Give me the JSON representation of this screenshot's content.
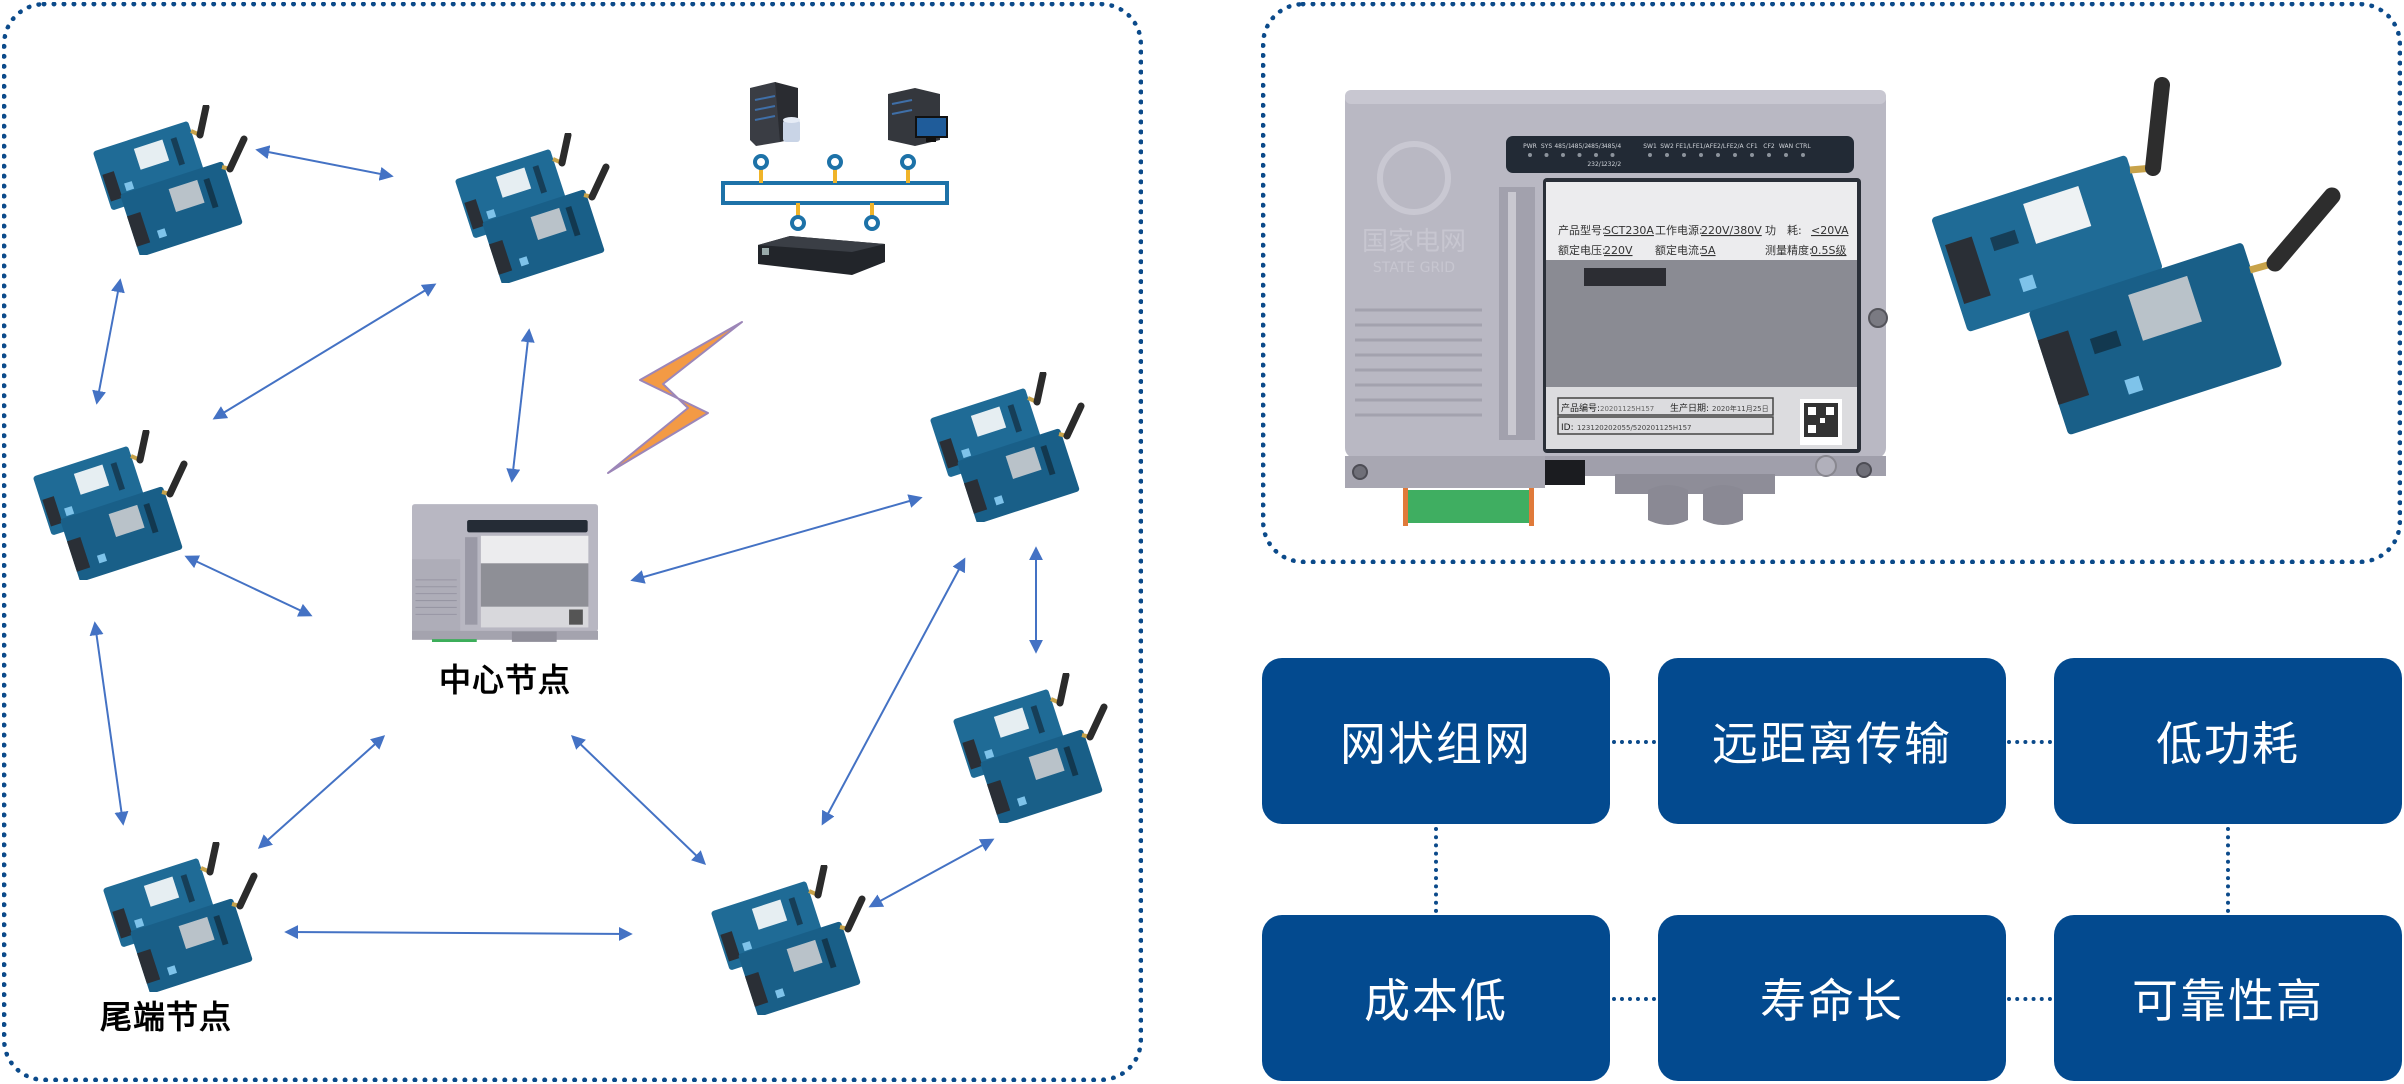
{
  "network": {
    "title": "Mesh network topology",
    "center_label": "中心节点",
    "tail_label": "尾端节点",
    "node_icon": "wireless-module-pair-icon",
    "server_icons": [
      "database-server-icon",
      "monitor-server-icon",
      "network-bus-icon",
      "gateway-box-icon"
    ],
    "link_icon": "lightning-link-icon",
    "nodes": [
      {
        "id": "node-top-left",
        "type": "wireless-module"
      },
      {
        "id": "node-top-middle",
        "type": "wireless-module"
      },
      {
        "id": "node-left-middle",
        "type": "wireless-module"
      },
      {
        "id": "node-center",
        "type": "concentrator",
        "label": "中心节点"
      },
      {
        "id": "node-right-top",
        "type": "wireless-module"
      },
      {
        "id": "node-right-middle",
        "type": "wireless-module"
      },
      {
        "id": "node-bottom-middle",
        "type": "wireless-module"
      },
      {
        "id": "node-bottom-left",
        "type": "wireless-module",
        "label": "尾端节点"
      }
    ],
    "links": [
      [
        "node-top-left",
        "node-top-middle"
      ],
      [
        "node-top-left",
        "node-left-middle"
      ],
      [
        "node-top-middle",
        "node-left-middle"
      ],
      [
        "node-top-middle",
        "node-center"
      ],
      [
        "node-left-middle",
        "node-center"
      ],
      [
        "node-left-middle",
        "node-bottom-left"
      ],
      [
        "node-right-top",
        "node-center"
      ],
      [
        "node-right-top",
        "node-right-middle"
      ],
      [
        "node-right-top",
        "node-bottom-middle"
      ],
      [
        "node-center",
        "node-bottom-left"
      ],
      [
        "node-center",
        "node-bottom-middle"
      ],
      [
        "node-bottom-left",
        "node-bottom-middle"
      ],
      [
        "node-right-middle",
        "node-bottom-middle"
      ]
    ]
  },
  "device": {
    "led_labels_left": [
      "PWR",
      "SYS",
      "485/1",
      "485/2",
      "485/3",
      "485/4"
    ],
    "led_sublabels": [
      "232/1",
      "232/2"
    ],
    "led_labels_right": [
      "SW1",
      "SW2",
      "FE1/L",
      "FE1/A",
      "FE2/L",
      "FE2/A",
      "CF1",
      "CF2",
      "WAN",
      "CTRL"
    ],
    "spec_rows": [
      [
        {
          "k": "产品型号:",
          "v": "SCT230A"
        },
        {
          "k": "工作电源:",
          "v": "220V/380V"
        },
        {
          "k": "功　耗:",
          "v": "<20VA"
        }
      ],
      [
        {
          "k": "额定电压:",
          "v": "220V"
        },
        {
          "k": "额定电流:",
          "v": "5A"
        },
        {
          "k": "测量精度:",
          "v": "0.5S级"
        }
      ]
    ],
    "serial_label": "产品编号:",
    "serial_value": "20201125H157",
    "date_label": "生产日期:",
    "date_value": "2020年11月25日",
    "id_label": "ID:",
    "id_value": "123120202055/520201125H157",
    "brand_cn": "国家电网",
    "brand_en": "STATE GRID"
  },
  "features": [
    {
      "label": "网状组网"
    },
    {
      "label": "远距离传输"
    },
    {
      "label": "低功耗"
    },
    {
      "label": "成本低"
    },
    {
      "label": "寿命长"
    },
    {
      "label": "可靠性高"
    }
  ],
  "colors": {
    "border": "#0b4a8a",
    "feature_bg": "#034a8f",
    "arrow": "#4472c4",
    "lightning": "#f39a45",
    "pcb": "#1f6b96",
    "bus_line": "#1d72a8",
    "bus_stem": "#f0b429"
  }
}
